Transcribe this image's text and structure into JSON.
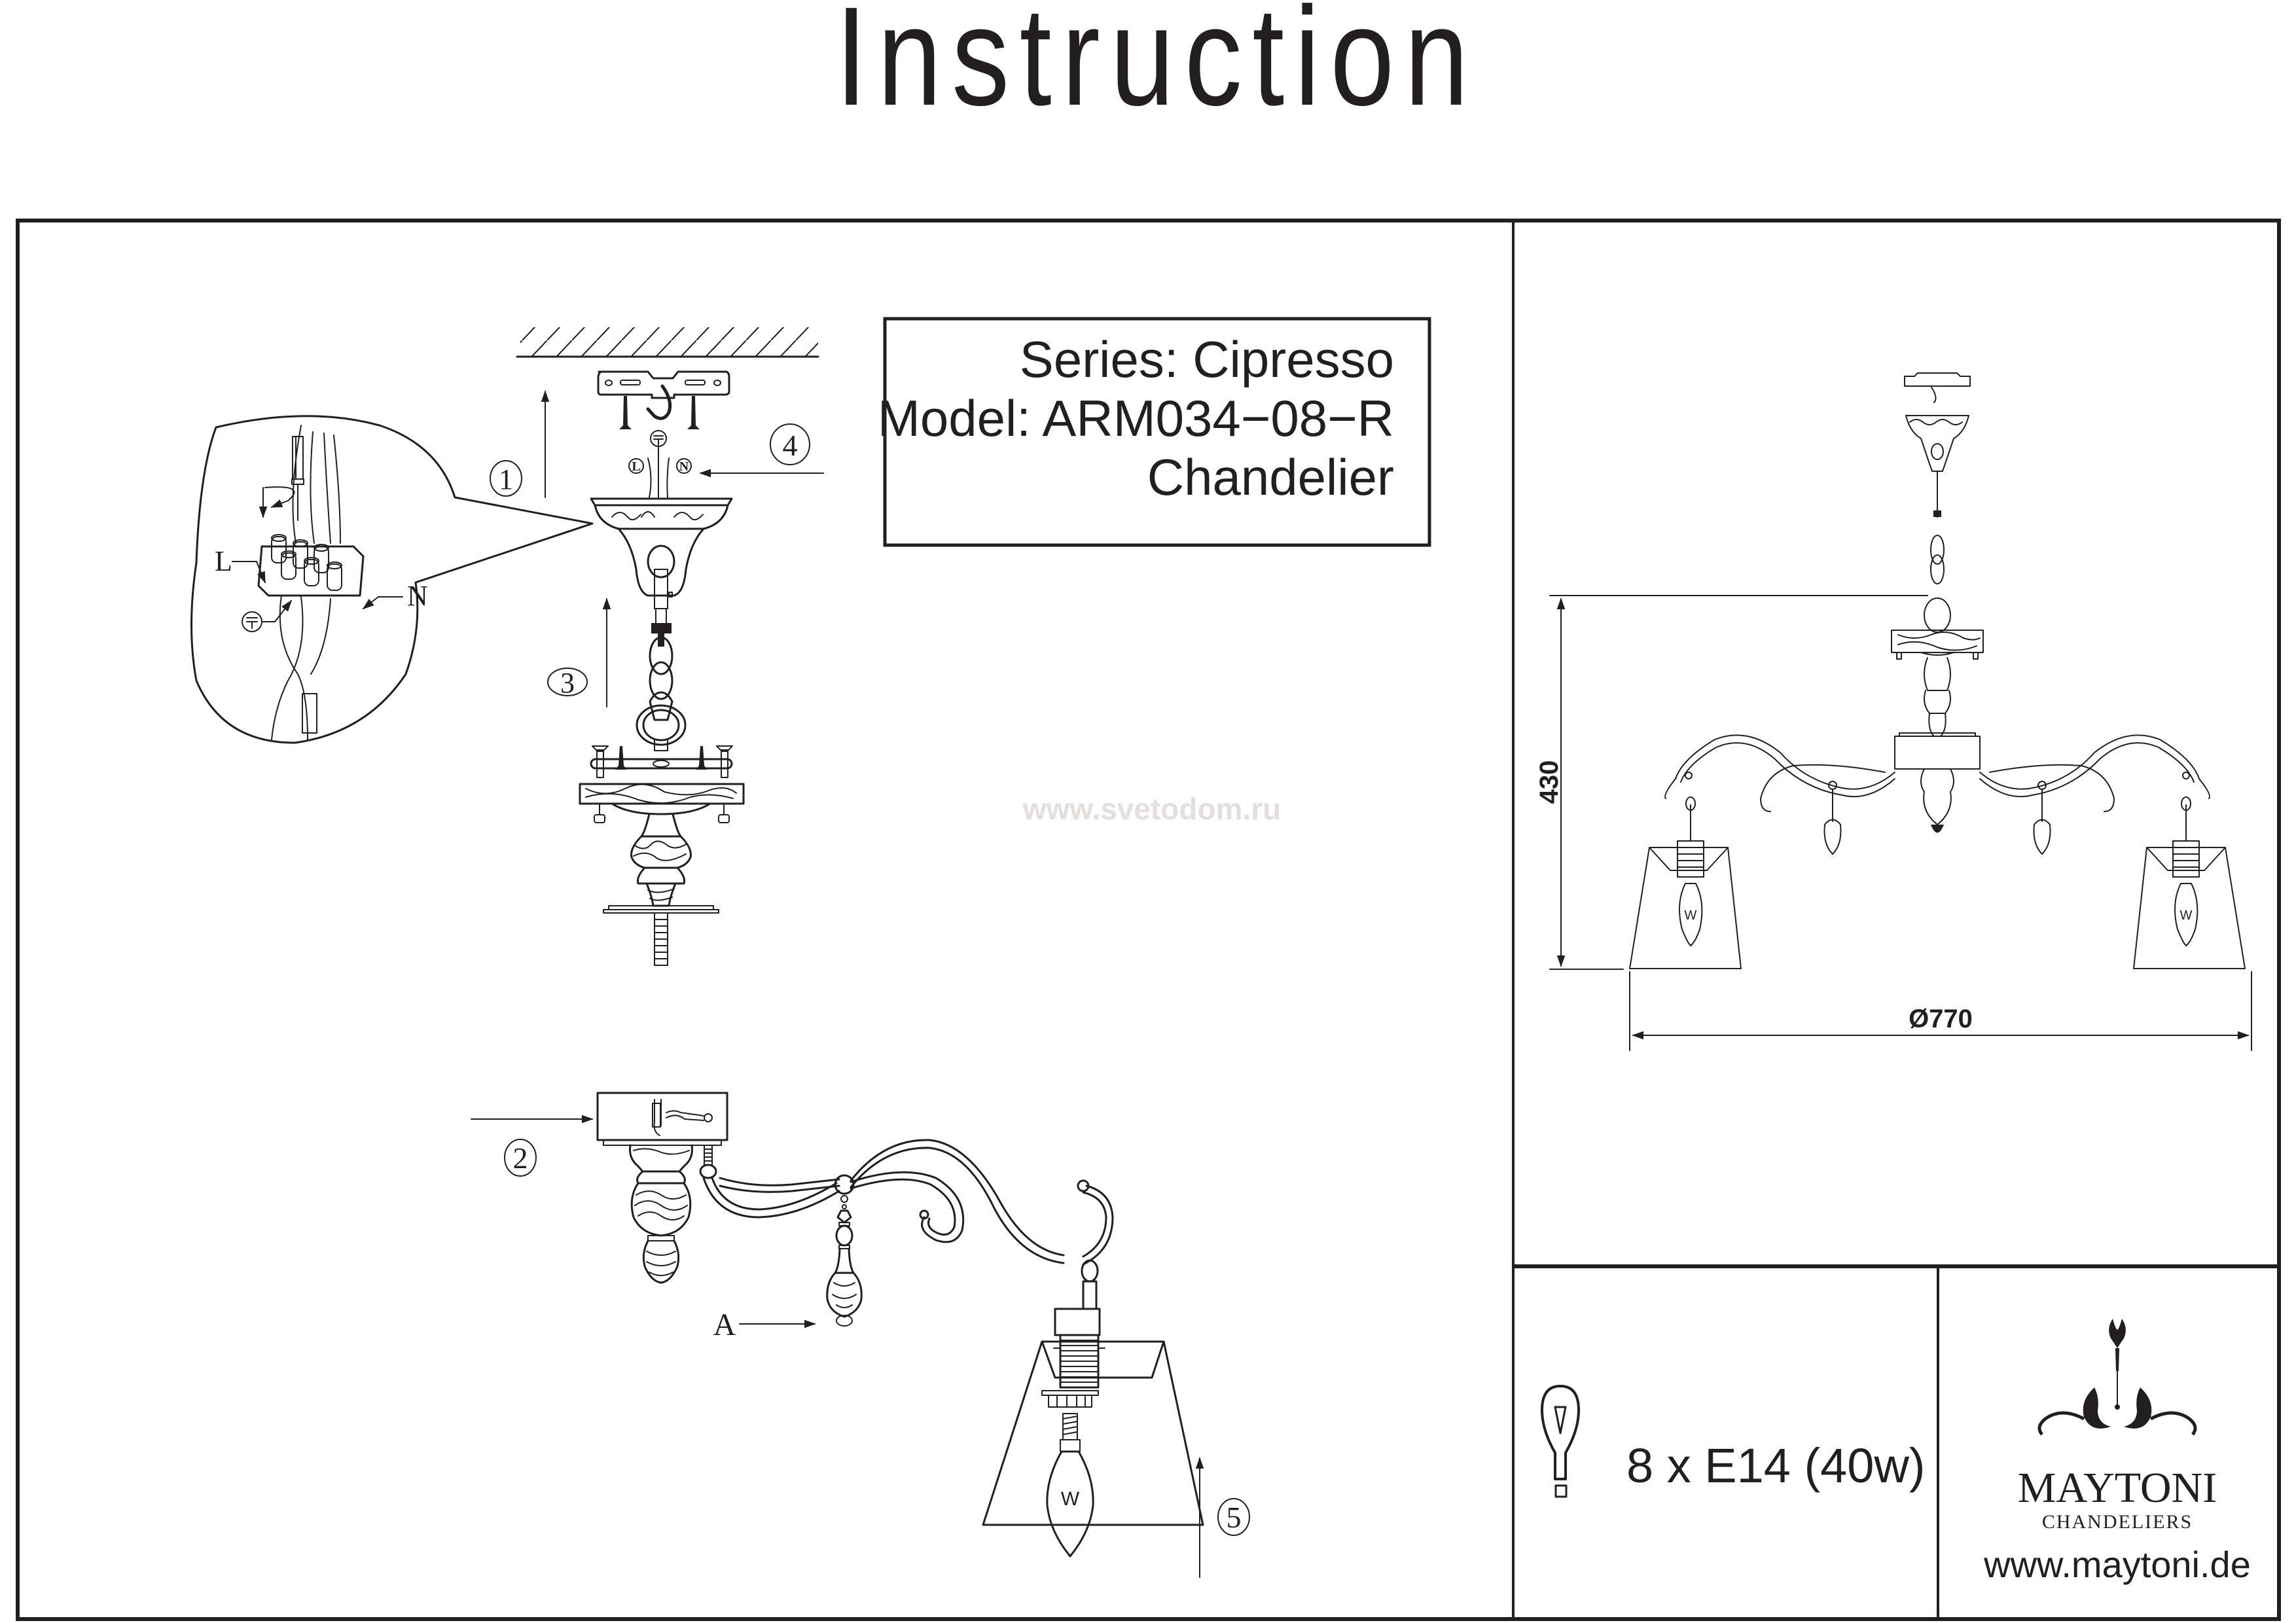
{
  "title": "Instruction",
  "info_box": {
    "series": "Series: Cipresso",
    "model": "Model: ARM034−08−R",
    "type": "Chandelier"
  },
  "watermark": "www.svetodom.ru",
  "assembly": {
    "steps": [
      {
        "number": "1",
        "meaning": "fix mounting bracket to ceiling"
      },
      {
        "number": "2",
        "meaning": "connect arm wiring in junction box"
      },
      {
        "number": "3",
        "meaning": "raise body and attach chain"
      },
      {
        "number": "4",
        "meaning": "connect mains wires"
      },
      {
        "number": "5",
        "meaning": "fit bulb and shade"
      }
    ],
    "labels": {
      "live": "L",
      "neutral": "N",
      "earth_symbol": "earth-icon",
      "pendant": "A",
      "bulb_mark": "W"
    },
    "callout_labels": {
      "live": "L",
      "neutral": "N"
    }
  },
  "dimensions": {
    "height": "430",
    "diameter": "Ø770",
    "bulb_mark": "W"
  },
  "bulb_spec": {
    "icon": "light-bulb-icon",
    "text": "8 x E14 (40w)"
  },
  "brand": {
    "logo_icon": "chandelier-ornament-icon",
    "name": "MAYTONI",
    "subtitle": "CHANDELIERS",
    "url": "www.maytoni.de"
  },
  "colors": {
    "ink": "#231f20",
    "watermark": "#e4dedd",
    "background": "#ffffff"
  }
}
